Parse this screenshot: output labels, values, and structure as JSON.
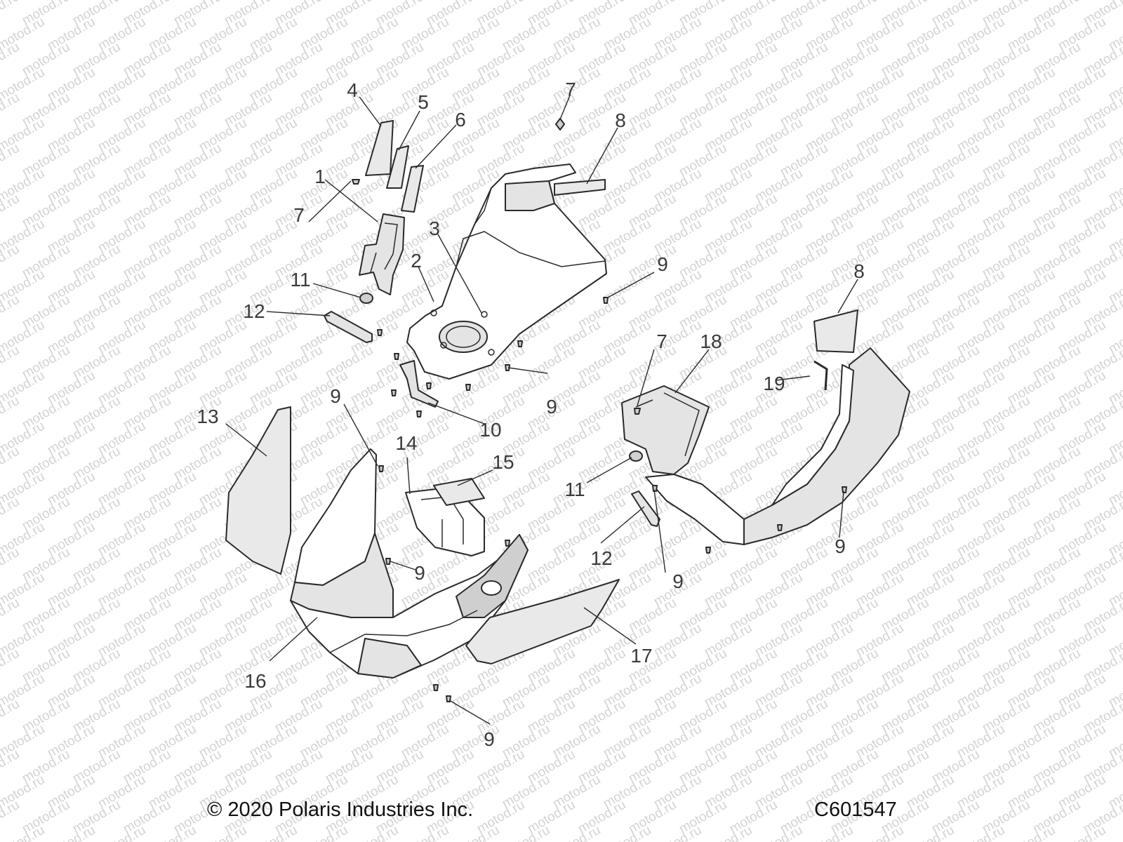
{
  "watermark": "motod.ru",
  "callouts": [
    {
      "id": "c1",
      "label": "1"
    },
    {
      "id": "c2",
      "label": "2"
    },
    {
      "id": "c3",
      "label": "3"
    },
    {
      "id": "c4",
      "label": "4"
    },
    {
      "id": "c5",
      "label": "5"
    },
    {
      "id": "c6",
      "label": "6"
    },
    {
      "id": "c7a",
      "label": "7"
    },
    {
      "id": "c7b",
      "label": "7"
    },
    {
      "id": "c7c",
      "label": "7"
    },
    {
      "id": "c8a",
      "label": "8"
    },
    {
      "id": "c8b",
      "label": "8"
    },
    {
      "id": "c9a",
      "label": "9"
    },
    {
      "id": "c9b",
      "label": "9"
    },
    {
      "id": "c9c",
      "label": "9"
    },
    {
      "id": "c9d",
      "label": "9"
    },
    {
      "id": "c9e",
      "label": "9"
    },
    {
      "id": "c9f",
      "label": "9"
    },
    {
      "id": "c9g",
      "label": "9"
    },
    {
      "id": "c10",
      "label": "10"
    },
    {
      "id": "c11a",
      "label": "11"
    },
    {
      "id": "c11b",
      "label": "11"
    },
    {
      "id": "c12a",
      "label": "12"
    },
    {
      "id": "c12b",
      "label": "12"
    },
    {
      "id": "c13",
      "label": "13"
    },
    {
      "id": "c14",
      "label": "14"
    },
    {
      "id": "c15",
      "label": "15"
    },
    {
      "id": "c16",
      "label": "16"
    },
    {
      "id": "c17",
      "label": "17"
    },
    {
      "id": "c18",
      "label": "18"
    },
    {
      "id": "c19",
      "label": "19"
    }
  ],
  "footer": {
    "copyright": "© 2020 Polaris Industries Inc.",
    "drawing_code": "C601547"
  }
}
